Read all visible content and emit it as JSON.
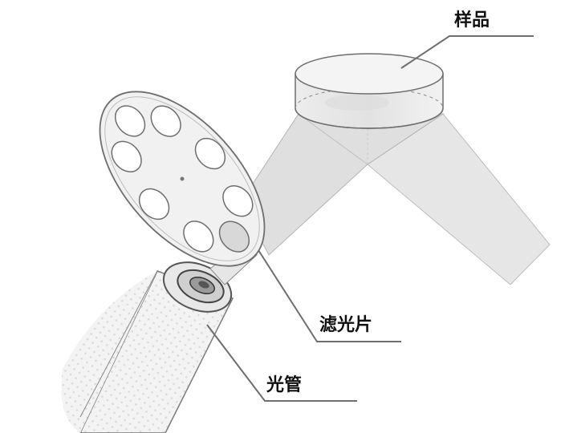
{
  "labels": {
    "sample": "样品",
    "filter": "滤光片",
    "light_tube": "光管"
  },
  "colors": {
    "line": "#6e6e6e",
    "beam": "#d4d4d4",
    "fill": "#efefef",
    "text": "#111111"
  }
}
